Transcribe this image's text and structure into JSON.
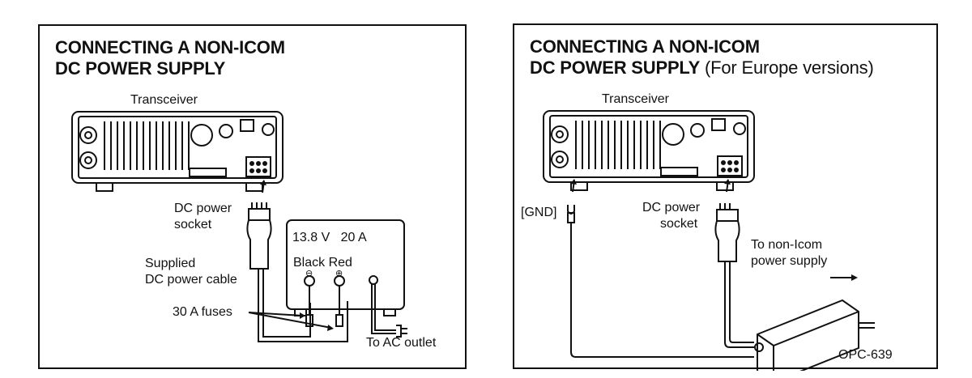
{
  "left_panel": {
    "title_line1": "CONNECTING A NON-ICOM",
    "title_line2": "DC POWER SUPPLY",
    "labels": {
      "transceiver": "Transceiver",
      "dc_socket_1": "DC power",
      "dc_socket_2": "socket",
      "cable_1": "Supplied",
      "cable_2": "DC power cable",
      "fuses": "30 A fuses",
      "ac_outlet": "To AC outlet",
      "psu_rating": "13.8 V   20 A",
      "psu_terminals": "Black Red",
      "neg_symbol": "⊖",
      "pos_symbol": "⊕"
    }
  },
  "right_panel": {
    "title_line1": "CONNECTING A NON-ICOM",
    "title_line2": "DC POWER SUPPLY",
    "title_suffix": " (For Europe versions)",
    "labels": {
      "transceiver": "Transceiver",
      "gnd": "[GND]",
      "dc_socket_1": "DC power",
      "dc_socket_2": "socket",
      "to_psu_1": "To non-Icom",
      "to_psu_2": "power supply",
      "model": "OPC-639"
    }
  }
}
